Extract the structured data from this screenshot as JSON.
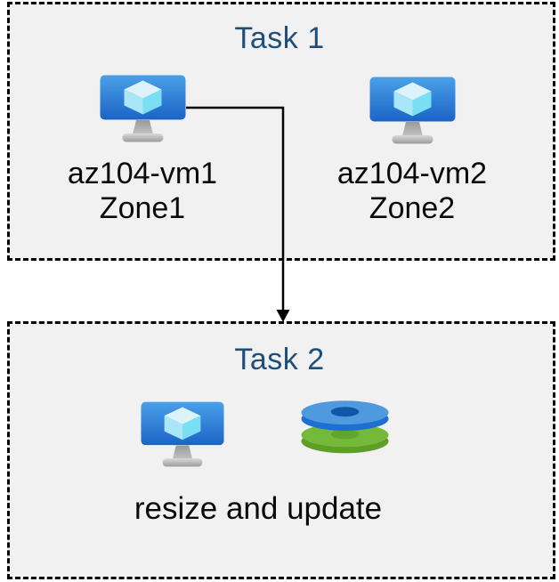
{
  "task1": {
    "title": "Task 1",
    "vms": [
      {
        "name": "az104-vm1",
        "zone": "Zone1",
        "icon": "vm-icon"
      },
      {
        "name": "az104-vm2",
        "zone": "Zone2",
        "icon": "vm-icon"
      }
    ]
  },
  "task2": {
    "title": "Task 2",
    "caption": "resize and update",
    "icons": [
      "vm-icon",
      "disks-icon"
    ]
  },
  "connector": {
    "from": "az104-vm1",
    "to": "Task 2",
    "style": "elbow-arrow"
  },
  "colors": {
    "task_title": "#1f4e79",
    "box_fill": "#f1f1f1",
    "box_border": "#000000",
    "label_text": "#0a0a0a",
    "vm_screen_top": "#4aa0e8",
    "vm_screen_bottom": "#1b64c6",
    "cube_top": "#dcf3fc",
    "cube_left": "#a9e6f7",
    "cube_right": "#7adef5",
    "stand_gray": "#a8a8a8",
    "disk_blue_top": "#4f9adf",
    "disk_blue_rim": "#1d6fd0",
    "disk_blue_hole": "#0e57a8",
    "disk_green_top": "#74b93a",
    "disk_green_rim": "#5c9e26",
    "disk_green_hole": "#61a52c"
  }
}
